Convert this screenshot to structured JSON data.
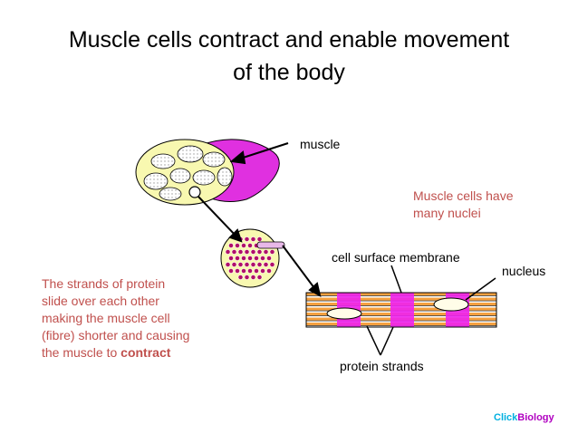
{
  "title": {
    "line1": "Muscle cells contract and enable movement",
    "line2": "of the body"
  },
  "labels": {
    "muscle": "muscle",
    "cell_surface_membrane": "cell surface membrane",
    "nucleus": "nucleus",
    "protein_strands": "protein strands"
  },
  "note_nuclei": {
    "line1": "Muscle cells have",
    "line2": "many nuclei"
  },
  "note_contract": {
    "line1": "The strands of protein",
    "line2": "slide over each other",
    "line3": "making the muscle cell",
    "line4": "(fibre) shorter and causing",
    "line5_prefix": "the muscle to ",
    "line5_bold": "contract"
  },
  "brand": {
    "part1": "Click",
    "part2": "Biology"
  },
  "colors": {
    "text_red": "#c0504d",
    "muscle_pink": "#e030e0",
    "fibre_orange": "#f5a040",
    "fibre_magenta": "#ee22ee",
    "bundle_yellow": "#f8f8b0",
    "brand_cyan": "#00b0e0",
    "brand_purple": "#b000c0"
  }
}
